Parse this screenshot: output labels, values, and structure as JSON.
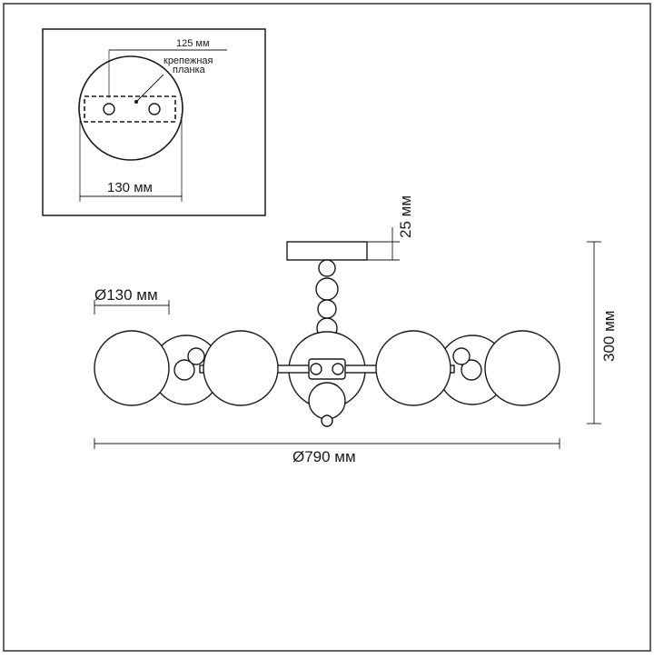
{
  "inset": {
    "plate_width_label": "125 мм",
    "bracket_label_line1": "крепежная",
    "bracket_label_line2": "планка",
    "canopy_diameter_label": "130 мм"
  },
  "main": {
    "canopy_height_label": "25 мм",
    "globe_diameter_label": "Ø130 мм",
    "total_height_label": "300 мм",
    "total_diameter_label": "Ø790 мм"
  },
  "colors": {
    "line": "#1a1a1a",
    "border": "#333333",
    "background": "#ffffff"
  }
}
